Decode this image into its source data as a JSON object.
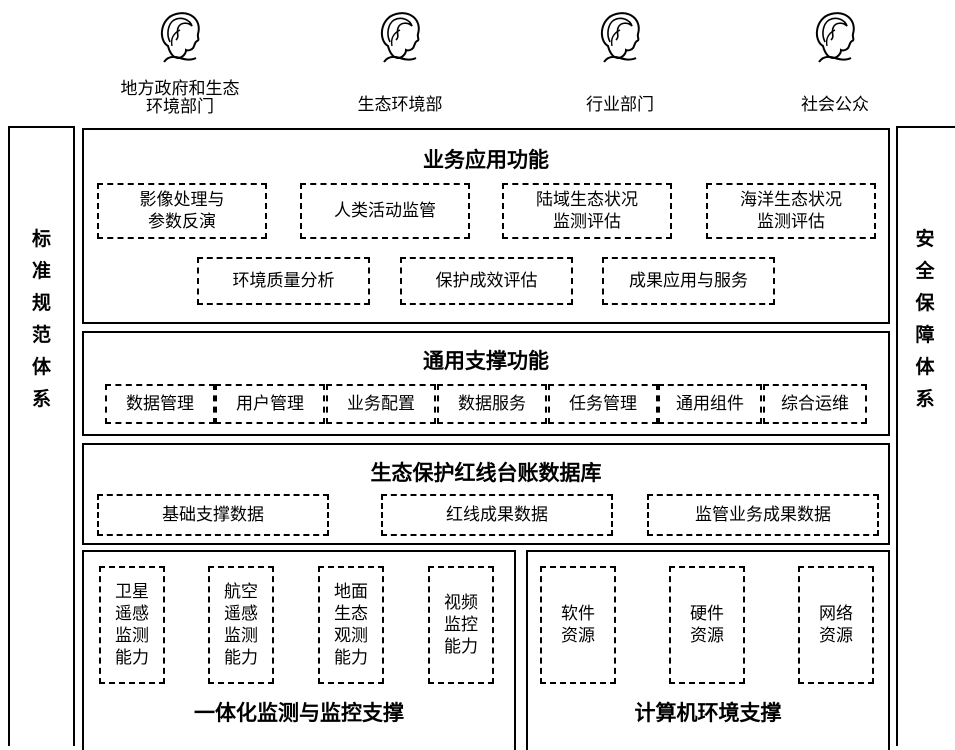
{
  "users": [
    {
      "label": "地方政府和生态\n环境部门",
      "icon": "person-icon"
    },
    {
      "label": "生态环境部",
      "icon": "person-icon"
    },
    {
      "label": "行业部门",
      "icon": "person-icon"
    },
    {
      "label": "社会公众",
      "icon": "person-icon"
    }
  ],
  "left_column": {
    "chars": [
      "标",
      "准",
      "规",
      "范",
      "体",
      "系"
    ]
  },
  "right_column": {
    "chars": [
      "安",
      "全",
      "保",
      "障",
      "体",
      "系"
    ]
  },
  "business": {
    "title": "业务应用功能",
    "row1": [
      "影像处理与\n参数反演",
      "人类活动监管",
      "陆域生态状况\n监测评估",
      "海洋生态状况\n监测评估"
    ],
    "row2": [
      "环境质量分析",
      "保护成效评估",
      "成果应用与服务"
    ]
  },
  "support": {
    "title": "通用支撑功能",
    "items": [
      "数据管理",
      "用户管理",
      "业务配置",
      "数据服务",
      "任务管理",
      "通用组件",
      "综合运维"
    ]
  },
  "database": {
    "title": "生态保护红线台账数据库",
    "items": [
      "基础支撑数据",
      "红线成果数据",
      "监管业务成果数据"
    ]
  },
  "monitoring": {
    "title": "一体化监测与监控支撑",
    "items": [
      "卫星\n遥感\n监测\n能力",
      "航空\n遥感\n监测\n能力",
      "地面\n生态\n观测\n能力",
      "视频\n监控\n能力"
    ]
  },
  "computing": {
    "title": "计算机环境支撑",
    "items": [
      "软件\n资源",
      "硬件\n资源",
      "网络\n资源"
    ]
  }
}
